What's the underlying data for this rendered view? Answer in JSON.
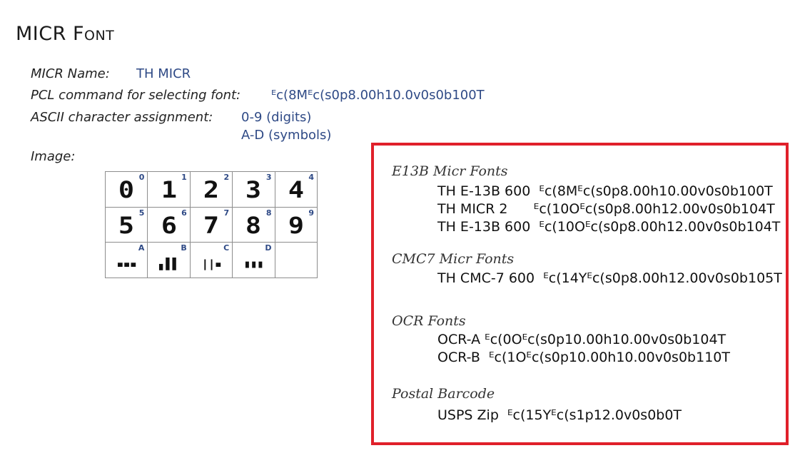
{
  "title": "MICR Font",
  "info": {
    "name_label": "MICR Name:",
    "name_value": "TH MICR",
    "pcl_label": "PCL command for selecting font:",
    "pcl_value": "ᴱc(8Mᴱc(s0p8.00h10.0v0s0b100T",
    "ascii_label": "ASCII character assignment:",
    "ascii_value_1": "0-9 (digits)",
    "ascii_value_2": "A-D (symbols)",
    "image_label": "Image:"
  },
  "grid": {
    "rows": [
      [
        {
          "glyph": "0",
          "sub": "0"
        },
        {
          "glyph": "1",
          "sub": "1"
        },
        {
          "glyph": "2",
          "sub": "2"
        },
        {
          "glyph": "3",
          "sub": "3"
        },
        {
          "glyph": "4",
          "sub": "4"
        }
      ],
      [
        {
          "glyph": "5",
          "sub": "5"
        },
        {
          "glyph": "6",
          "sub": "6"
        },
        {
          "glyph": "7",
          "sub": "7"
        },
        {
          "glyph": "8",
          "sub": "8"
        },
        {
          "glyph": "9",
          "sub": "9"
        }
      ],
      [
        {
          "glyph": "▪▪▪",
          "sub": "A"
        },
        {
          "glyph": "▖▌▌",
          "sub": "B"
        },
        {
          "glyph": "||▪",
          "sub": "C"
        },
        {
          "glyph": "▮▮▮",
          "sub": "D"
        },
        {
          "glyph": "",
          "sub": ""
        }
      ]
    ]
  },
  "fonts": {
    "e13b_title": "E13B Micr Fonts",
    "e13b_rows": [
      {
        "name": "TH E-13B 600",
        "cmd": "ᴱc(8Mᴱc(s0p8.00h10.00v0s0b100T"
      },
      {
        "name": "TH MICR 2",
        "cmd": "ᴱc(10Oᴱc(s0p8.00h12.00v0s0b104T"
      },
      {
        "name": "TH E-13B 600",
        "cmd": "ᴱc(10Oᴱc(s0p8.00h12.00v0s0b104T"
      }
    ],
    "cmc7_title": "CMC7 Micr Fonts",
    "cmc7_rows": [
      {
        "name": "TH CMC-7 600",
        "cmd": "ᴱc(14Yᴱc(s0p8.00h12.00v0s0b105T"
      }
    ],
    "ocr_title": "OCR Fonts",
    "ocr_rows": [
      {
        "name": "OCR-A",
        "cmd": "ᴱc(0Oᴱc(s0p10.00h10.00v0s0b104T"
      },
      {
        "name": "OCR-B",
        "cmd": "ᴱc(1Oᴱc(s0p10.00h10.00v0s0b110T"
      }
    ],
    "postal_title": "Postal Barcode",
    "postal_rows": [
      {
        "name": "USPS Zip",
        "cmd": "ᴱc(15Yᴱc(s1p12.0v0s0b0T"
      }
    ]
  }
}
